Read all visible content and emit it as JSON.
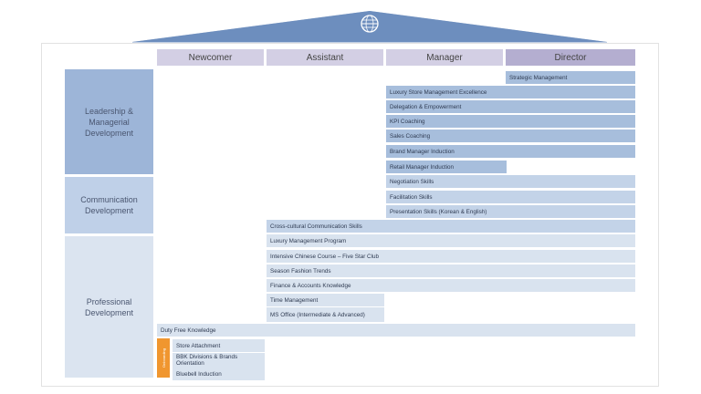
{
  "levels": [
    "Newcomer",
    "Assistant",
    "Manager",
    "Director"
  ],
  "categories": {
    "leadership": "Leadership & Managerial Development",
    "communication": "Communication Development",
    "professional": "Professional Development"
  },
  "onboarding_tab": "Onboarding",
  "programs": {
    "strategic": "Strategic Management",
    "luxury_store": "Luxury Store Management Excellence",
    "delegation": "Delegation & Empowerment",
    "kpi": "KPI Coaching",
    "sales": "Sales Coaching",
    "brand_mgr": "Brand Manager Induction",
    "retail_mgr": "Retail Manager Induction",
    "negotiation": "Negotiation Skills",
    "facilitation": "Facilitation Skills",
    "presentation": "Presentation Skills (Korean & English)",
    "cross_cultural": "Cross-cultural Communication Skills",
    "luxury_program": "Luxury Management Program",
    "chinese": "Intensive Chinese Course – Five Star Club",
    "season_fashion": "Season Fashion Trends",
    "finance": "Finance & Accounts Knowledge",
    "time_mgmt": "Time Management",
    "ms_office": "MS Office (Intermediate & Advanced)",
    "duty_free": "Duty Free Knowledge",
    "store_attach": "Store Attachment",
    "bbk": "BBK Divisions & Brands Orientation",
    "bluebell": "Bluebell Induction"
  },
  "colors": {
    "header": "#d3cfe4",
    "header_director": "#b4aed0",
    "roof": "#5d80b4",
    "cat_dark": "#9db5d8",
    "cat_mid": "#bfd0e8",
    "cat_light": "#dbe4f0",
    "bar_dark": "#a7bedc",
    "bar_mid": "#c3d3e8",
    "bar_light": "#d9e3ef",
    "onboarding": "#f0962f"
  }
}
